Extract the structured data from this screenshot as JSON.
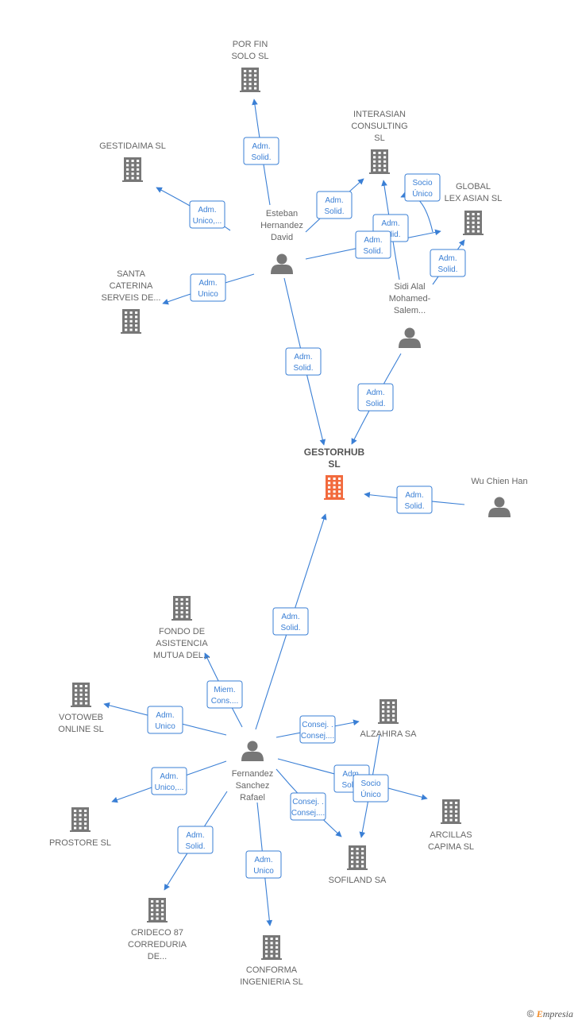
{
  "colors": {
    "edge": "#3a7fd5",
    "company": "#777777",
    "center": "#f26a3d",
    "person": "#777777"
  },
  "nodes": [
    {
      "id": "gestorhub",
      "type": "company-center",
      "label": [
        "GESTORHUB",
        "SL"
      ],
      "icon": "building-icon"
    },
    {
      "id": "porfin",
      "type": "company",
      "label": [
        "POR FIN",
        "SOLO  SL"
      ],
      "icon": "building-icon"
    },
    {
      "id": "gestidaima",
      "type": "company",
      "label": [
        "GESTIDAIMA SL"
      ],
      "icon": "building-icon"
    },
    {
      "id": "interasian",
      "type": "company",
      "label": [
        "INTERASIAN",
        "CONSULTING",
        "SL"
      ],
      "icon": "building-icon"
    },
    {
      "id": "global",
      "type": "company",
      "label": [
        "GLOBAL",
        "LEX ASIAN  SL"
      ],
      "icon": "building-icon"
    },
    {
      "id": "santa",
      "type": "company",
      "label": [
        "SANTA",
        "CATERINA",
        "SERVEIS DE..."
      ],
      "icon": "building-icon"
    },
    {
      "id": "esteban",
      "type": "person",
      "label": [
        "Esteban",
        "Hernandez",
        "David"
      ],
      "icon": "person-icon"
    },
    {
      "id": "sidi",
      "type": "person",
      "label": [
        "Sidi Alal",
        "Mohamed-",
        "Salem..."
      ],
      "icon": "person-icon"
    },
    {
      "id": "wu",
      "type": "person",
      "label": [
        "Wu Chien Han"
      ],
      "icon": "person-icon"
    },
    {
      "id": "fondo",
      "type": "company",
      "label": [
        "FONDO DE",
        "ASISTENCIA",
        "MUTUA DEL..."
      ],
      "icon": "building-icon"
    },
    {
      "id": "votoweb",
      "type": "company",
      "label": [
        "VOTOWEB",
        "ONLINE SL"
      ],
      "icon": "building-icon"
    },
    {
      "id": "alzahira",
      "type": "company",
      "label": [
        "ALZAHIRA SA"
      ],
      "icon": "building-icon"
    },
    {
      "id": "fernandez",
      "type": "person",
      "label": [
        "Fernandez",
        "Sanchez",
        "Rafael"
      ],
      "icon": "person-icon"
    },
    {
      "id": "prostore",
      "type": "company",
      "label": [
        "PROSTORE SL"
      ],
      "icon": "building-icon"
    },
    {
      "id": "arcillas",
      "type": "company",
      "label": [
        "ARCILLAS",
        "CAPIMA SL"
      ],
      "icon": "building-icon"
    },
    {
      "id": "sofiland",
      "type": "company",
      "label": [
        "SOFILAND SA"
      ],
      "icon": "building-icon"
    },
    {
      "id": "crideco",
      "type": "company",
      "label": [
        "CRIDECO 87",
        "CORREDURIA",
        "DE..."
      ],
      "icon": "building-icon"
    },
    {
      "id": "conforma",
      "type": "company",
      "label": [
        "CONFORMA",
        "INGENIERIA SL"
      ],
      "icon": "building-icon"
    }
  ],
  "edges": [
    {
      "from": "esteban",
      "to": "porfin",
      "label": [
        "Adm.",
        "Solid."
      ]
    },
    {
      "from": "esteban",
      "to": "gestidaima",
      "label": [
        "Adm.",
        "Unico,..."
      ]
    },
    {
      "from": "esteban",
      "to": "interasian",
      "label": [
        "Adm.",
        "Solid."
      ]
    },
    {
      "from": "sidi",
      "to": "interasian",
      "label": [
        "Adm.",
        "Solid."
      ]
    },
    {
      "from": "esteban",
      "to": "global",
      "label": [
        "Adm.",
        "Solid."
      ]
    },
    {
      "from": "sidi",
      "to": "global",
      "label": [
        "Socio",
        "Único"
      ]
    },
    {
      "from": "sidi",
      "to": "global",
      "label": [
        "Adm.",
        "Solid."
      ]
    },
    {
      "from": "esteban",
      "to": "santa",
      "label": [
        "Adm.",
        "Unico"
      ]
    },
    {
      "from": "esteban",
      "to": "gestorhub",
      "label": [
        "Adm.",
        "Solid."
      ]
    },
    {
      "from": "sidi",
      "to": "gestorhub",
      "label": [
        "Adm.",
        "Solid."
      ]
    },
    {
      "from": "wu",
      "to": "gestorhub",
      "label": [
        "Adm.",
        "Solid."
      ]
    },
    {
      "from": "fernandez",
      "to": "gestorhub",
      "label": [
        "Adm.",
        "Solid."
      ]
    },
    {
      "from": "fernandez",
      "to": "fondo",
      "label": [
        "Miem.",
        "Cons...."
      ]
    },
    {
      "from": "fernandez",
      "to": "votoweb",
      "label": [
        "Adm.",
        "Unico"
      ]
    },
    {
      "from": "fernandez",
      "to": "alzahira",
      "label": [
        "Consej. .",
        "Consej...."
      ]
    },
    {
      "from": "fernandez",
      "to": "prostore",
      "label": [
        "Adm.",
        "Unico,..."
      ]
    },
    {
      "from": "fernandez",
      "to": "arcillas",
      "label": [
        "Adm.",
        "Solid."
      ]
    },
    {
      "from": "alzahira",
      "to": "sofiland",
      "label": [
        "Socio",
        "Único"
      ]
    },
    {
      "from": "fernandez",
      "to": "sofiland",
      "label": [
        "Consej. .",
        "Consej...."
      ]
    },
    {
      "from": "fernandez",
      "to": "crideco",
      "label": [
        "Adm.",
        "Solid."
      ]
    },
    {
      "from": "fernandez",
      "to": "conforma",
      "label": [
        "Adm.",
        "Unico"
      ]
    }
  ],
  "footer": {
    "copyright": "©",
    "brand_first": "E",
    "brand_rest": "mpresia"
  }
}
